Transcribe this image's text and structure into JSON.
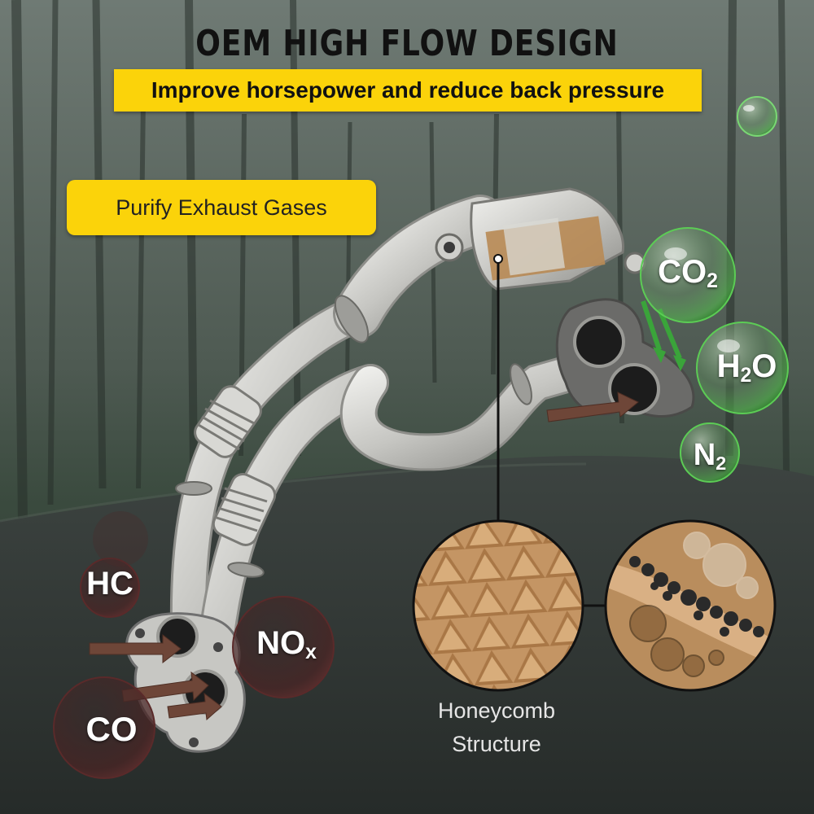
{
  "header": {
    "title": "OEM HIGH FLOW DESIGN",
    "subtitle": "Improve horsepower and reduce back pressure"
  },
  "callout": {
    "label": "Purify Exhaust Gases"
  },
  "gases_out": {
    "co2": {
      "base": "CO",
      "sub": "2"
    },
    "h2o": {
      "base1": "H",
      "sub": "2",
      "base2": "O"
    },
    "n2": {
      "base": "N",
      "sub": "2"
    }
  },
  "gases_in": {
    "hc": "HC",
    "nox": {
      "base": "NO",
      "sub": "x"
    },
    "co": "CO"
  },
  "detail": {
    "line1": "Honeycomb",
    "line2": "Structure"
  },
  "colors": {
    "banner_yellow": "#fbd30a",
    "bubble_green": "#4cc04a",
    "pipe_steel": "#c9c9c6",
    "honeycomb_tan": "#b9895a",
    "arrow_brown": "#6e4638",
    "arrow_green": "#3aa43a"
  }
}
